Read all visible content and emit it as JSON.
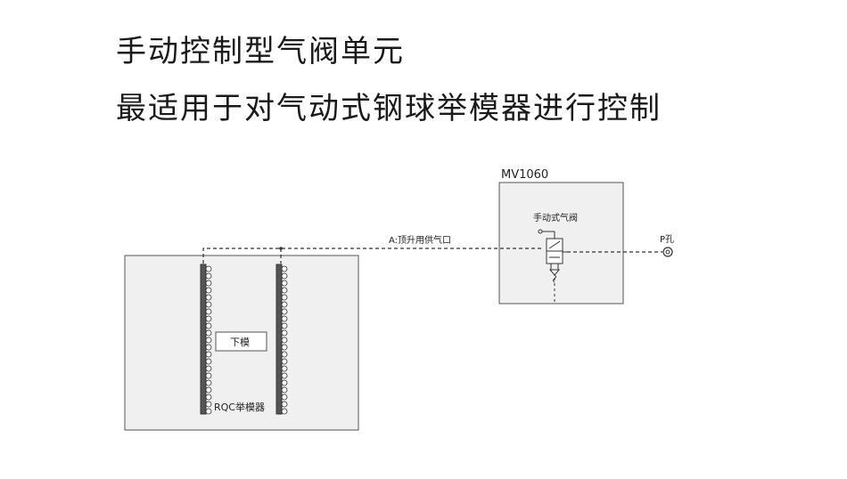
{
  "title_line1": "手动控制型气阀单元",
  "title_line2": "最适用于对气动式钢球举模器进行控制",
  "diagram": {
    "valve_unit_label": "MV1060",
    "valve_label": "手动式气阀",
    "supply_line_label": "A:顶升用供气口",
    "port_label": "P孔",
    "die_label": "下模",
    "lifter_label": "RQC举模器"
  },
  "colors": {
    "box_fill": "#f0f0f0",
    "line": "#333333",
    "text": "#1a1a1a"
  }
}
